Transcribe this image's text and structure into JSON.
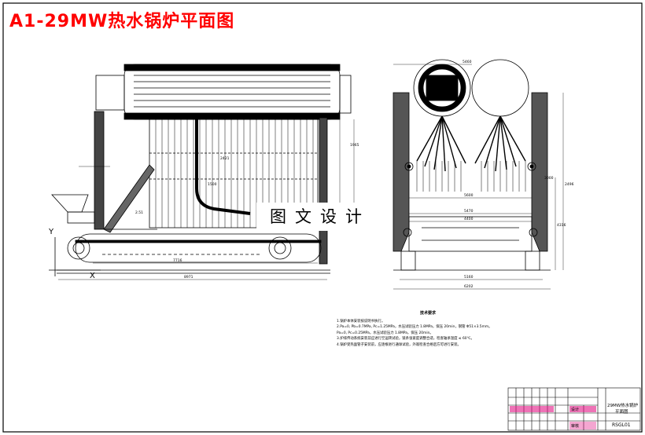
{
  "title": "A1-29MW热水锅炉平面图",
  "watermark": "图文设计",
  "side_view": {
    "dim_labels": [
      "7716",
      "2421",
      "1500",
      "8971",
      "1965",
      "2.51"
    ],
    "y_axis": "Y",
    "x_axis": "X"
  },
  "front_view": {
    "dim_labels": [
      "5460",
      "5600",
      "5470",
      "4400",
      "5160",
      "6202",
      "2496",
      "4316",
      "3000"
    ]
  },
  "notes": {
    "title": "技术要求",
    "lines": [
      "1.锅炉本体安装按说明书执行。",
      "2.Pa=0, Pb=0.7MPa, Pc=1.25MPa，水压试验压力 1.8MPa，保压 20min，钢管 Φ51×3.5mm。",
      "Pa=0, Pc=0.25MPa，水压试验压力 1.8MPa，保压 20min。",
      "3.炉排传动系统安装前应进行空运转试验，链条张紧度调整合适，检查轴承温度 ≤ 60℃。",
      "4.锅炉受热面管子安装前，应逐根进行通球试验，外观检查合格后方可进行安装。"
    ]
  },
  "title_block": {
    "drawing_name_1": "29MW热水锅炉",
    "drawing_name_2": "平面图",
    "drawing_no": "RSGL01",
    "cell_label_a": "设计",
    "cell_label_b": "审核"
  },
  "colors": {
    "title": "#ff0000",
    "title_block_accent": "#e0007a",
    "line": "#000000"
  }
}
